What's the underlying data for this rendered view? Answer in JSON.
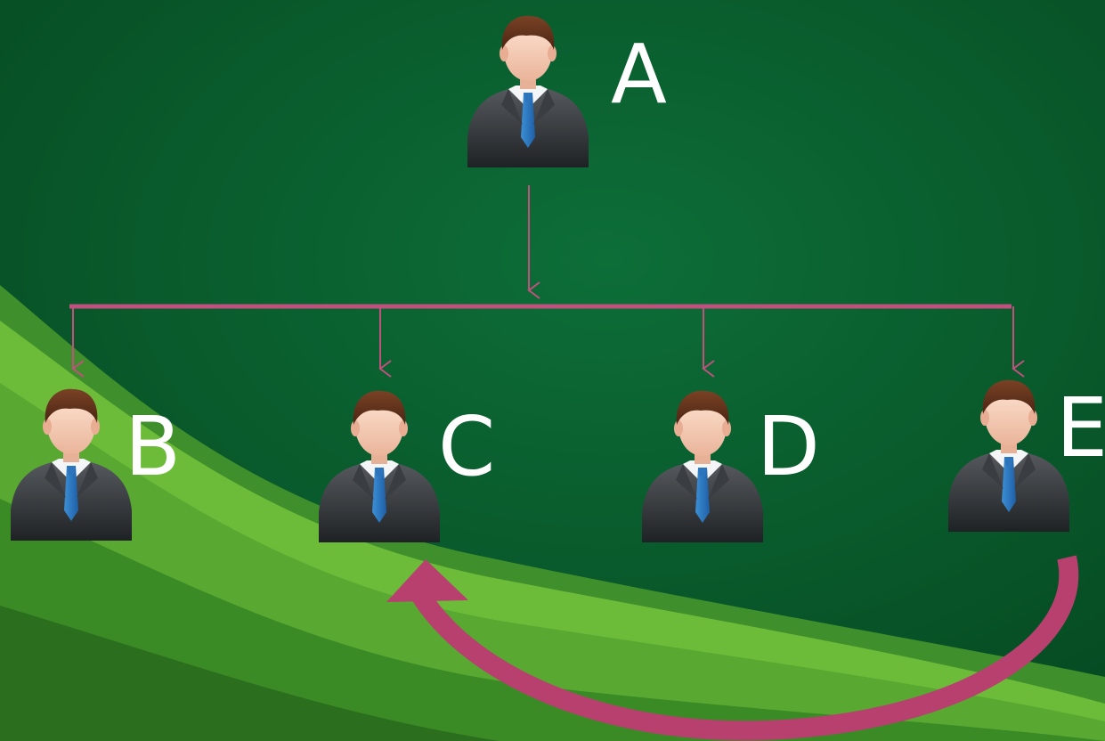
{
  "diagram": {
    "nodes": [
      {
        "id": "a",
        "label": "A"
      },
      {
        "id": "b",
        "label": "B"
      },
      {
        "id": "c",
        "label": "C"
      },
      {
        "id": "d",
        "label": "D"
      },
      {
        "id": "e",
        "label": "E"
      }
    ],
    "edges": [
      {
        "from": "A",
        "to": "B"
      },
      {
        "from": "A",
        "to": "C"
      },
      {
        "from": "A",
        "to": "D"
      },
      {
        "from": "A",
        "to": "E"
      },
      {
        "from": "E",
        "to": "C",
        "style": "curved-feedback"
      }
    ],
    "icon": "businessman-icon",
    "colors": {
      "background": "#0b6633",
      "wave_light": "#6cbc3a",
      "connector": "#c0507e",
      "curved_arrow": "#b8406e",
      "label": "#ffffff"
    }
  }
}
